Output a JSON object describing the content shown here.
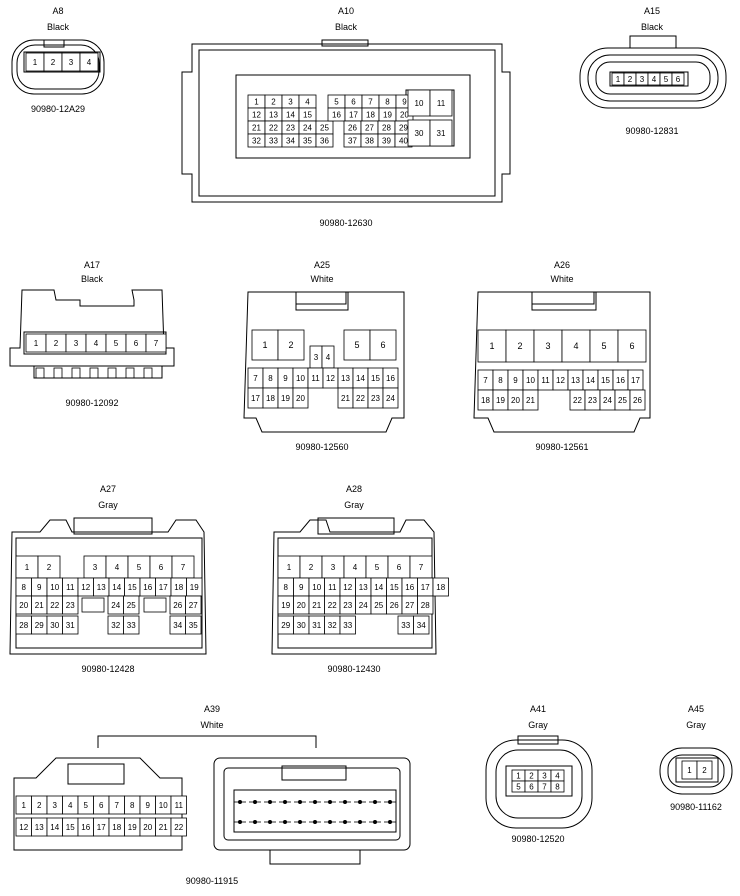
{
  "connectors": [
    {
      "id": "A8",
      "color": "Black",
      "part": "90980-12A29",
      "pins": [
        "1",
        "2",
        "3",
        "4"
      ]
    },
    {
      "id": "A10",
      "color": "Black",
      "part": "90980-12630",
      "pins": [
        "1",
        "2",
        "3",
        "4",
        "5",
        "6",
        "7",
        "8",
        "9",
        "10",
        "11",
        "12",
        "13",
        "14",
        "15",
        "16",
        "17",
        "18",
        "19",
        "20",
        "21",
        "22",
        "23",
        "24",
        "25",
        "26",
        "27",
        "28",
        "29",
        "30",
        "31",
        "32",
        "33",
        "34",
        "35",
        "36",
        "37",
        "38",
        "39",
        "40"
      ]
    },
    {
      "id": "A15",
      "color": "Black",
      "part": "90980-12831",
      "pins": [
        "1",
        "2",
        "3",
        "4",
        "5",
        "6"
      ]
    },
    {
      "id": "A17",
      "color": "Black",
      "part": "90980-12092",
      "pins": [
        "1",
        "2",
        "3",
        "4",
        "5",
        "6",
        "7"
      ]
    },
    {
      "id": "A25",
      "color": "White",
      "part": "90980-12560",
      "pins": [
        "1",
        "2",
        "3",
        "4",
        "5",
        "6",
        "7",
        "8",
        "9",
        "10",
        "11",
        "12",
        "13",
        "14",
        "15",
        "16",
        "17",
        "18",
        "19",
        "20",
        "21",
        "22",
        "23",
        "24"
      ]
    },
    {
      "id": "A26",
      "color": "White",
      "part": "90980-12561",
      "pins": [
        "1",
        "2",
        "3",
        "4",
        "5",
        "6",
        "7",
        "8",
        "9",
        "10",
        "11",
        "12",
        "13",
        "14",
        "15",
        "16",
        "17",
        "18",
        "19",
        "20",
        "21",
        "22",
        "23",
        "24",
        "25",
        "26"
      ]
    },
    {
      "id": "A27",
      "color": "Gray",
      "part": "90980-12428",
      "pins": [
        "1",
        "2",
        "3",
        "4",
        "5",
        "6",
        "7",
        "8",
        "9",
        "10",
        "11",
        "12",
        "13",
        "14",
        "15",
        "16",
        "17",
        "18",
        "19",
        "20",
        "21",
        "22",
        "23",
        "24",
        "25",
        "26",
        "27",
        "28",
        "29",
        "30",
        "31",
        "32",
        "33",
        "34",
        "35"
      ]
    },
    {
      "id": "A28",
      "color": "Gray",
      "part": "90980-12430",
      "pins": [
        "1",
        "2",
        "3",
        "4",
        "5",
        "6",
        "7",
        "8",
        "9",
        "10",
        "11",
        "12",
        "13",
        "14",
        "15",
        "16",
        "17",
        "18",
        "19",
        "20",
        "21",
        "22",
        "23",
        "24",
        "25",
        "26",
        "27",
        "28",
        "29",
        "30",
        "31",
        "32",
        "33",
        "34"
      ]
    },
    {
      "id": "A39",
      "color": "White",
      "part": "90980-11915",
      "pins": [
        "1",
        "2",
        "3",
        "4",
        "5",
        "6",
        "7",
        "8",
        "9",
        "10",
        "11",
        "12",
        "13",
        "14",
        "15",
        "16",
        "17",
        "18",
        "19",
        "20",
        "21",
        "22"
      ]
    },
    {
      "id": "A41",
      "color": "Gray",
      "part": "90980-12520",
      "pins": [
        "1",
        "2",
        "3",
        "4",
        "5",
        "6",
        "7",
        "8"
      ]
    },
    {
      "id": "A45",
      "color": "Gray",
      "part": "90980-11162",
      "pins": [
        "1",
        "2"
      ]
    }
  ]
}
